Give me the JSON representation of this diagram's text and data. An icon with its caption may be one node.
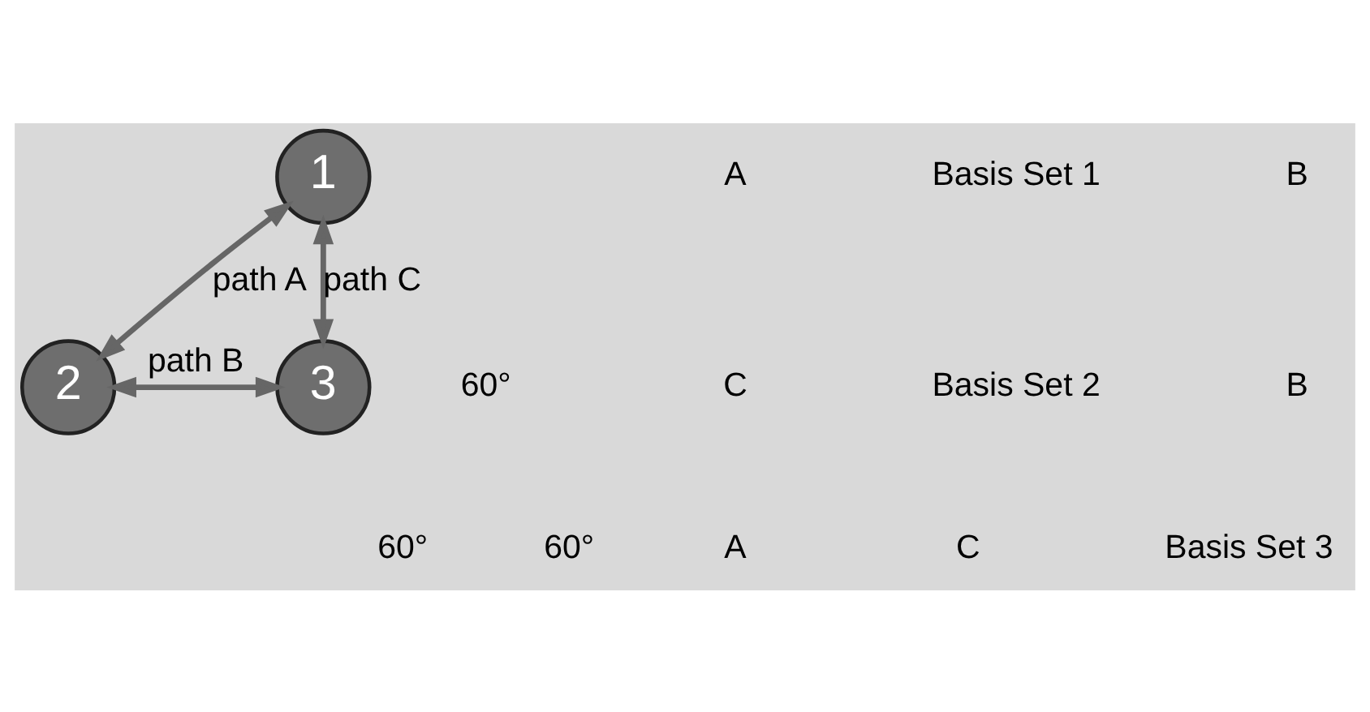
{
  "diagram": {
    "nodes": [
      {
        "text": [
          "1"
        ]
      },
      {
        "text": [
          "2"
        ]
      },
      {
        "text": [
          "3"
        ]
      }
    ],
    "edges": [
      {
        "from": 0,
        "to": 1,
        "arrow": "both",
        "label": "path A"
      },
      {
        "from": 1,
        "to": 2,
        "arrow": "both",
        "label": "path B"
      },
      {
        "from": 0,
        "to": 2,
        "arrow": "both",
        "label": "path C"
      }
    ],
    "labels": [
      "A",
      "Basis Set 1",
      "B",
      "C",
      "Basis Set 2",
      "B",
      "A",
      "C",
      "Basis Set 3",
      "60°",
      "60°",
      "60°"
    ]
  }
}
